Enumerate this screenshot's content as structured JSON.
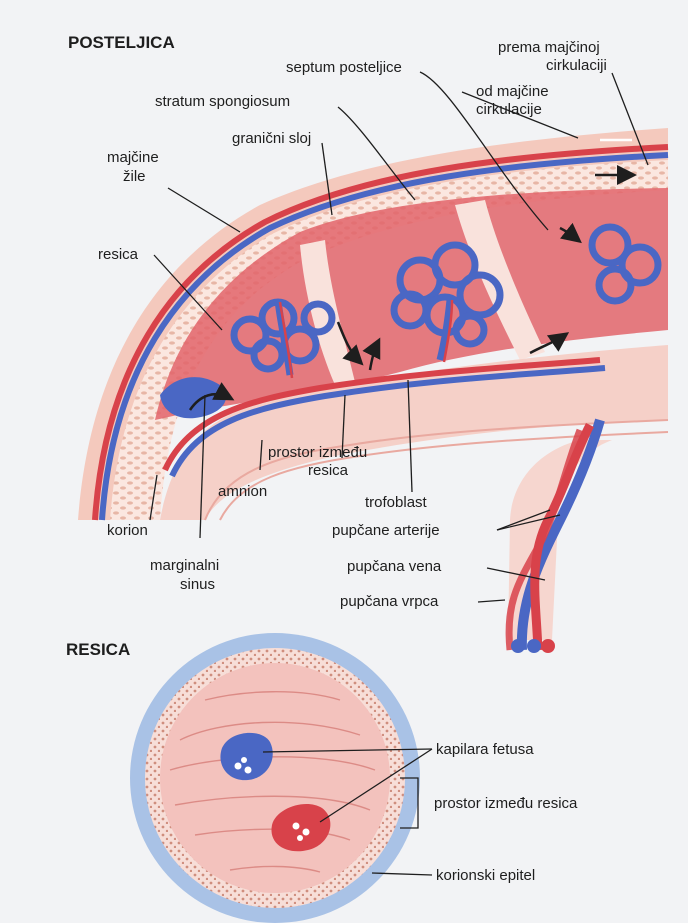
{
  "headings": {
    "placenta": "POSTELJICA",
    "villus": "RESICA"
  },
  "labels": {
    "toward_maternal_line1": "prema majčinoj",
    "toward_maternal_line2": "cirkulaciji",
    "septum": "septum posteljice",
    "from_maternal_line1": "od majčine",
    "from_maternal_line2": "cirkulacije",
    "stratum": "stratum spongiosum",
    "boundary": "granični sloj",
    "maternal_vessels_line1": "majčine",
    "maternal_vessels_line2": "žile",
    "villus": "resica",
    "intervillous_line1": "prostor između",
    "intervillous_line2": "resica",
    "amnion": "amnion",
    "trophoblast": "trofoblast",
    "chorion": "korion",
    "umbilical_arteries": "pupčane arterije",
    "marginal_line1": "marginalni",
    "marginal_line2": "sinus",
    "umbilical_vein": "pupčana vena",
    "umbilical_cord": "pupčana vrpca",
    "fetal_capillary": "kapilara fetusa",
    "intervillous_space": "prostor između resica",
    "chorionic_epithelium": "korionski epitel"
  },
  "colors": {
    "artery": "#d8424a",
    "vein": "#4a67c4",
    "tissue_pink": "#f3c2bd",
    "tissue_light": "#fbe3de",
    "outline": "#1e1e1e",
    "epithelium_blue": "#a9c2e6",
    "background": "#f2f3f5"
  }
}
